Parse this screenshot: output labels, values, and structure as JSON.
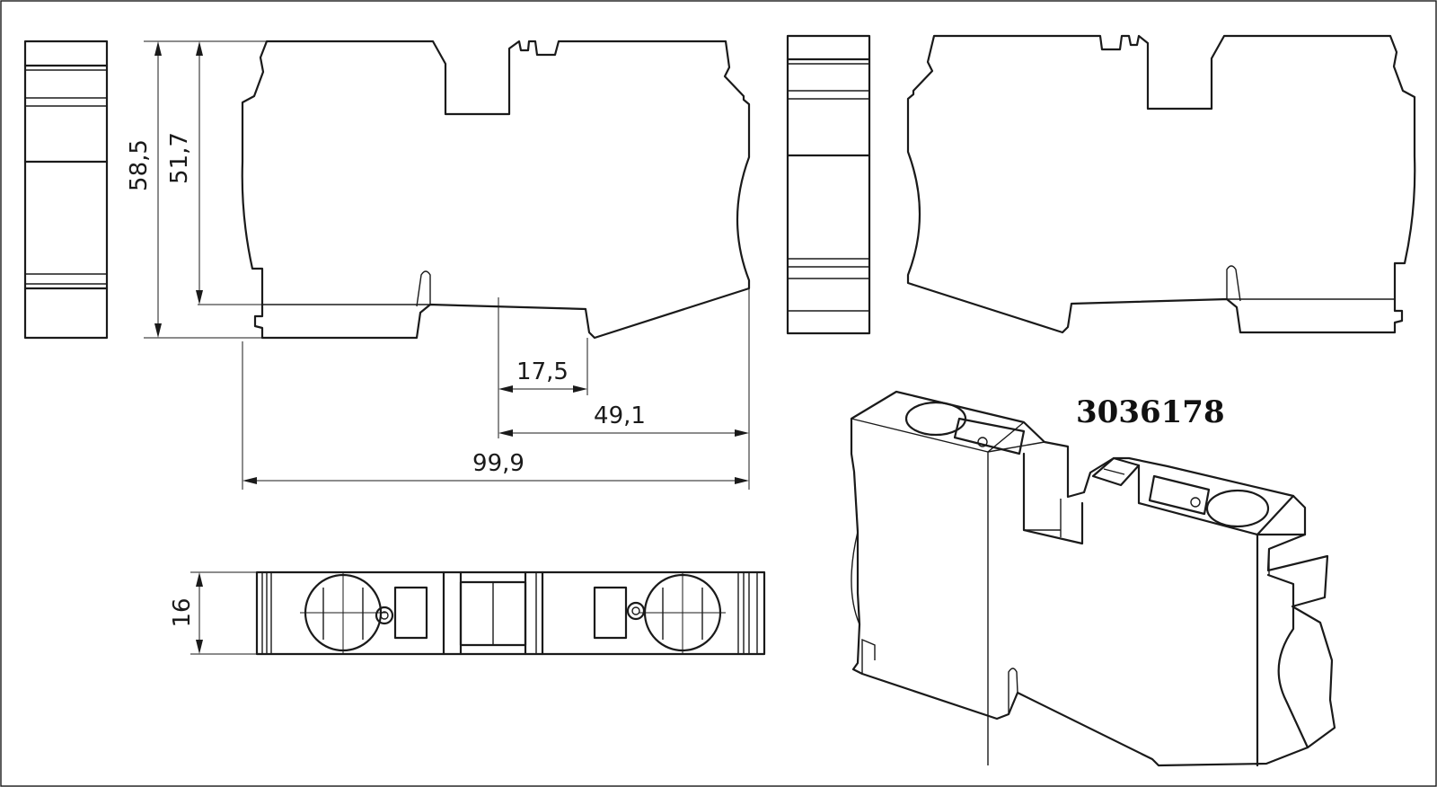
{
  "drawing": {
    "part_number": "3036178",
    "dimensions": {
      "total_height": "58,5",
      "body_height": "51,7",
      "width": "16",
      "offset_a": "17,5",
      "offset_b": "49,1",
      "total_length": "99,9"
    }
  },
  "colors": {
    "line": "#1a1a1a",
    "background": "#ffffff"
  }
}
